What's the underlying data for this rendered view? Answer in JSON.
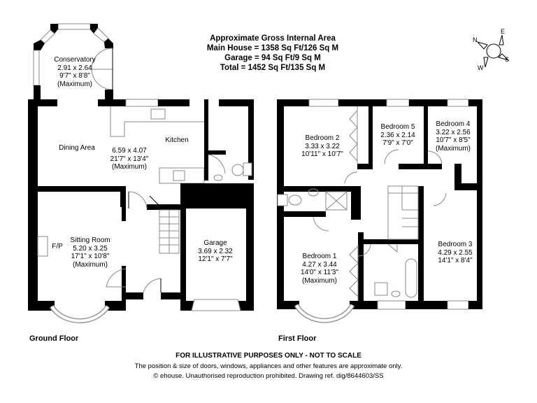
{
  "area_summary": {
    "title": "Approximate Gross Internal Area",
    "main_house": "Main House = 1358 Sq Ft/126 Sq M",
    "garage": "Garage = 94 Sq Ft/9 Sq M",
    "total": "Total = 1452 Sq Ft/135 Sq M"
  },
  "compass": {
    "n": "N",
    "e": "E",
    "s": "S",
    "w": "W"
  },
  "ground_floor": {
    "label": "Ground Floor",
    "rooms": [
      {
        "name": "Conservatory",
        "metric": "2.91 x 2.64",
        "imperial": "9'7\" x 8'8\"",
        "note": "(Maximum)"
      },
      {
        "name": "Dining Area"
      },
      {
        "name": "Kitchen",
        "metric": "6.59 x 4.07",
        "imperial": "21'7\" x 13'4\"",
        "note": "(Maximum)"
      },
      {
        "name": "Sitting Room",
        "metric": "5.20 x 3.25",
        "imperial": "17'1\" x 10'8\"",
        "note": "(Maximum)",
        "feature": "F/P"
      },
      {
        "name": "Garage",
        "metric": "3.69 x 2.32",
        "imperial": "12'1\" x 7'7\""
      }
    ]
  },
  "first_floor": {
    "label": "First Floor",
    "rooms": [
      {
        "name": "Bedroom 2",
        "metric": "3.33 x 3.22",
        "imperial": "10'11\" x 10'7\""
      },
      {
        "name": "Bedroom 5",
        "metric": "2.36 x 2.14",
        "imperial": "7'9\" x 7'0\""
      },
      {
        "name": "Bedroom 4",
        "metric": "3.22 x 2.56",
        "imperial": "10'7\" x 8'5\"",
        "note": "(Maximum)"
      },
      {
        "name": "Bedroom 1",
        "metric": "4.27 x 3.44",
        "imperial": "14'0\" x 11'3\"",
        "note": "(Maximum)"
      },
      {
        "name": "Bedroom 3",
        "metric": "4.29 x 2.55",
        "imperial": "14'1\" x 8'4\""
      }
    ]
  },
  "footer": {
    "disclaimer_title": "FOR ILLUSTRATIVE PURPOSES ONLY - NOT TO SCALE",
    "disclaimer_line1": "The position & size of doors, windows, appliances and other features are approximate only.",
    "disclaimer_line2": "© ehouse. Unauthorised reproduction prohibited. Drawing ref. dig/8644603/SS"
  }
}
